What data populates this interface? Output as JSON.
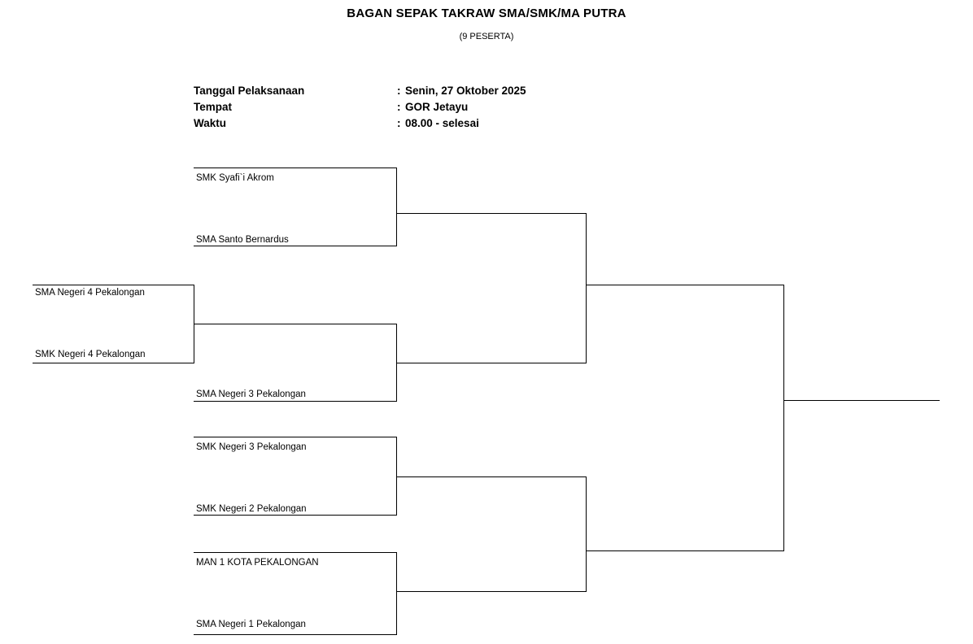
{
  "header": {
    "title": "BAGAN SEPAK TAKRAW SMA/SMK/MA PUTRA",
    "subtitle": "(9 PESERTA)"
  },
  "info": [
    {
      "label": "Tanggal Pelaksanaan",
      "colon": ":",
      "value": "Senin, 27 Oktober 2025"
    },
    {
      "label": "Tempat",
      "colon": ":",
      "value": "GOR Jetayu"
    },
    {
      "label": "Waktu",
      "colon": ":",
      "value": "08.00 - selesai"
    }
  ],
  "bracket": {
    "preliminary": {
      "round_label": "preliminary",
      "slots": [
        {
          "team": "SMA Negeri 4 Pekalongan"
        },
        {
          "team": "SMK Negeri 4 Pekalongan"
        }
      ]
    },
    "round_of_8": {
      "slots": [
        {
          "team": "SMK Syafi`i Akrom"
        },
        {
          "team": "SMA Santo Bernardus"
        },
        {
          "team": ""
        },
        {
          "team": "SMA Negeri 3 Pekalongan"
        },
        {
          "team": "SMK Negeri 3 Pekalongan"
        },
        {
          "team": "SMK Negeri 2 Pekalongan"
        },
        {
          "team": "MAN 1 KOTA PEKALONGAN"
        },
        {
          "team": "SMA Negeri 1 Pekalongan"
        }
      ]
    },
    "semifinals": {
      "slots": [
        {
          "team": ""
        },
        {
          "team": ""
        },
        {
          "team": ""
        },
        {
          "team": ""
        }
      ]
    },
    "final": {
      "slots": [
        {
          "team": ""
        },
        {
          "team": ""
        }
      ]
    },
    "champion": {
      "team": ""
    }
  },
  "style": {
    "line_color": "#000000",
    "background": "#ffffff"
  }
}
